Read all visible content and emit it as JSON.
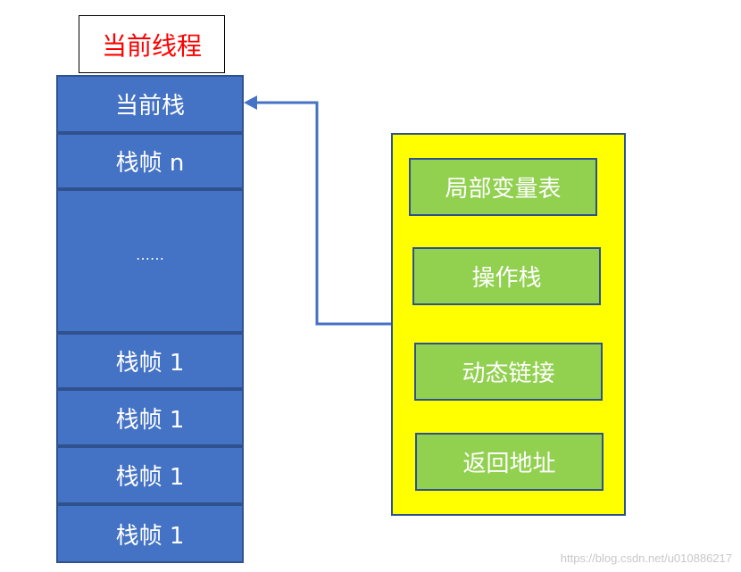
{
  "thread_label": "当前线程",
  "stack": {
    "current": "当前栈",
    "frames": [
      "栈帧 n",
      "……",
      "栈帧 1",
      "栈帧 1",
      "栈帧 1",
      "栈帧 1"
    ]
  },
  "frame_detail": {
    "items": [
      "局部变量表",
      "操作栈",
      "动态链接",
      "返回地址"
    ]
  },
  "watermark": "https://blog.csdn.net/u010886217",
  "colors": {
    "stack_fill": "#4472c4",
    "stack_border": "#2f528f",
    "panel_fill": "#ffff00",
    "item_fill": "#92d050",
    "title_text": "#ff0000",
    "arrow": "#4472c4"
  }
}
